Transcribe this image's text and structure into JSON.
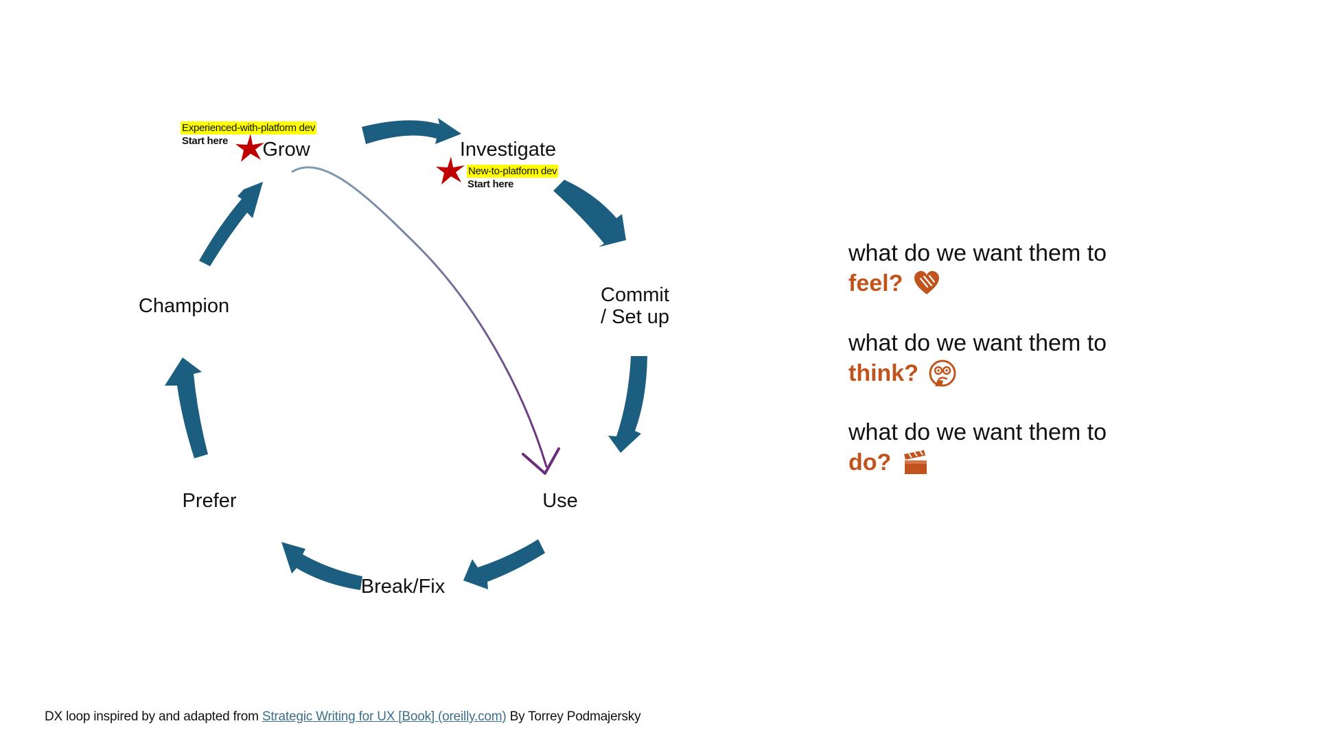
{
  "loop": {
    "stages": {
      "grow": "Grow",
      "investigate": "Investigate",
      "commit_line1": "Commit",
      "commit_line2": "/ Set up",
      "use": "Use",
      "break_fix": "Break/Fix",
      "prefer": "Prefer",
      "champion": "Champion"
    },
    "markers": {
      "experienced": {
        "label": "Experienced-with-platform dev",
        "start": "Start here"
      },
      "new": {
        "label": "New-to-platform dev",
        "start": "Start here"
      }
    },
    "colors": {
      "arrow": "#1b5e80",
      "star": "#c00000",
      "highlight": "#ffff00",
      "curve_start": "#6a8ca0",
      "curve_end": "#6b2c7a"
    }
  },
  "questions": [
    {
      "prefix": "what do we want them to",
      "word": "feel?",
      "icon": "heart-icon"
    },
    {
      "prefix": "what do we want them to",
      "word": "think?",
      "icon": "thinking-face-icon"
    },
    {
      "prefix": "what do we want them to",
      "word": "do?",
      "icon": "clapperboard-icon"
    }
  ],
  "question_color": "#c0541c",
  "footer": {
    "prefix": "DX loop inspired by and adapted from",
    "link": "Strategic Writing for UX [Book] (oreilly.com)",
    "suffix": "By Torrey Podmajersky"
  }
}
